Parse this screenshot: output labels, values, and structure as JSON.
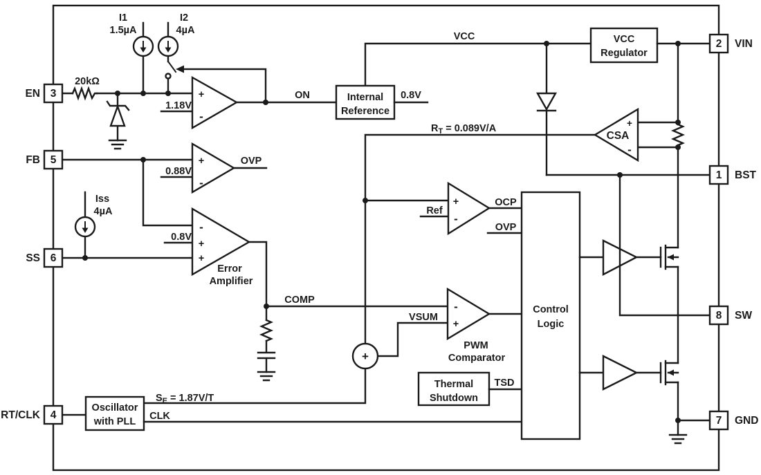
{
  "colors": {
    "ink": "#1a1a1a",
    "background": "#ffffff"
  },
  "pins": {
    "left": [
      {
        "number": "3",
        "label": "EN"
      },
      {
        "number": "5",
        "label": "FB"
      },
      {
        "number": "6",
        "label": "SS"
      },
      {
        "number": "4",
        "label": "RT/CLK"
      }
    ],
    "right": [
      {
        "number": "2",
        "label": "VIN"
      },
      {
        "number": "1",
        "label": "BST"
      },
      {
        "number": "8",
        "label": "SW"
      },
      {
        "number": "7",
        "label": "GND"
      }
    ]
  },
  "blocks": {
    "internal_reference": {
      "line1": "Internal",
      "line2": "Reference"
    },
    "vcc_regulator": {
      "line1": "VCC",
      "line2": "Regulator"
    },
    "oscillator": {
      "line1": "Oscillator",
      "line2": "with PLL"
    },
    "thermal_shutdown": {
      "line1": "Thermal",
      "line2": "Shutdown"
    },
    "control_logic": {
      "line1": "Control",
      "line2": "Logic"
    },
    "error_amplifier": {
      "line1": "Error",
      "line2": "Amplifier"
    },
    "pwm_comparator": {
      "line1": "PWM",
      "line2": "Comparator"
    },
    "csa_label": "CSA"
  },
  "signals": {
    "on": "ON",
    "vcc": "VCC",
    "comp": "COMP",
    "vsum": "VSUM",
    "ocp": "OCP",
    "ovp_output": "OVP",
    "ovp_input": "OVP",
    "tsd": "TSD",
    "clk": "CLK",
    "ref": "Ref"
  },
  "values": {
    "i1_name": "I1",
    "i1_current": "1.5µA",
    "i2_name": "I2",
    "i2_current": "4µA",
    "iss_name": "Iss",
    "iss_current": "4µA",
    "en_resistor": "20kΩ",
    "en_threshold": "1.18V",
    "internal_ref_voltage": "0.8V",
    "ovp_threshold": "0.88V",
    "ea_reference": "0.8V",
    "rt": {
      "base": "R",
      "sub": "T",
      "rest": "= 0.089V/A"
    },
    "se": {
      "base": "S",
      "sub": "E",
      "rest": "= 1.87V/T"
    }
  },
  "symbols": {
    "plus": "+",
    "minus": "-"
  }
}
